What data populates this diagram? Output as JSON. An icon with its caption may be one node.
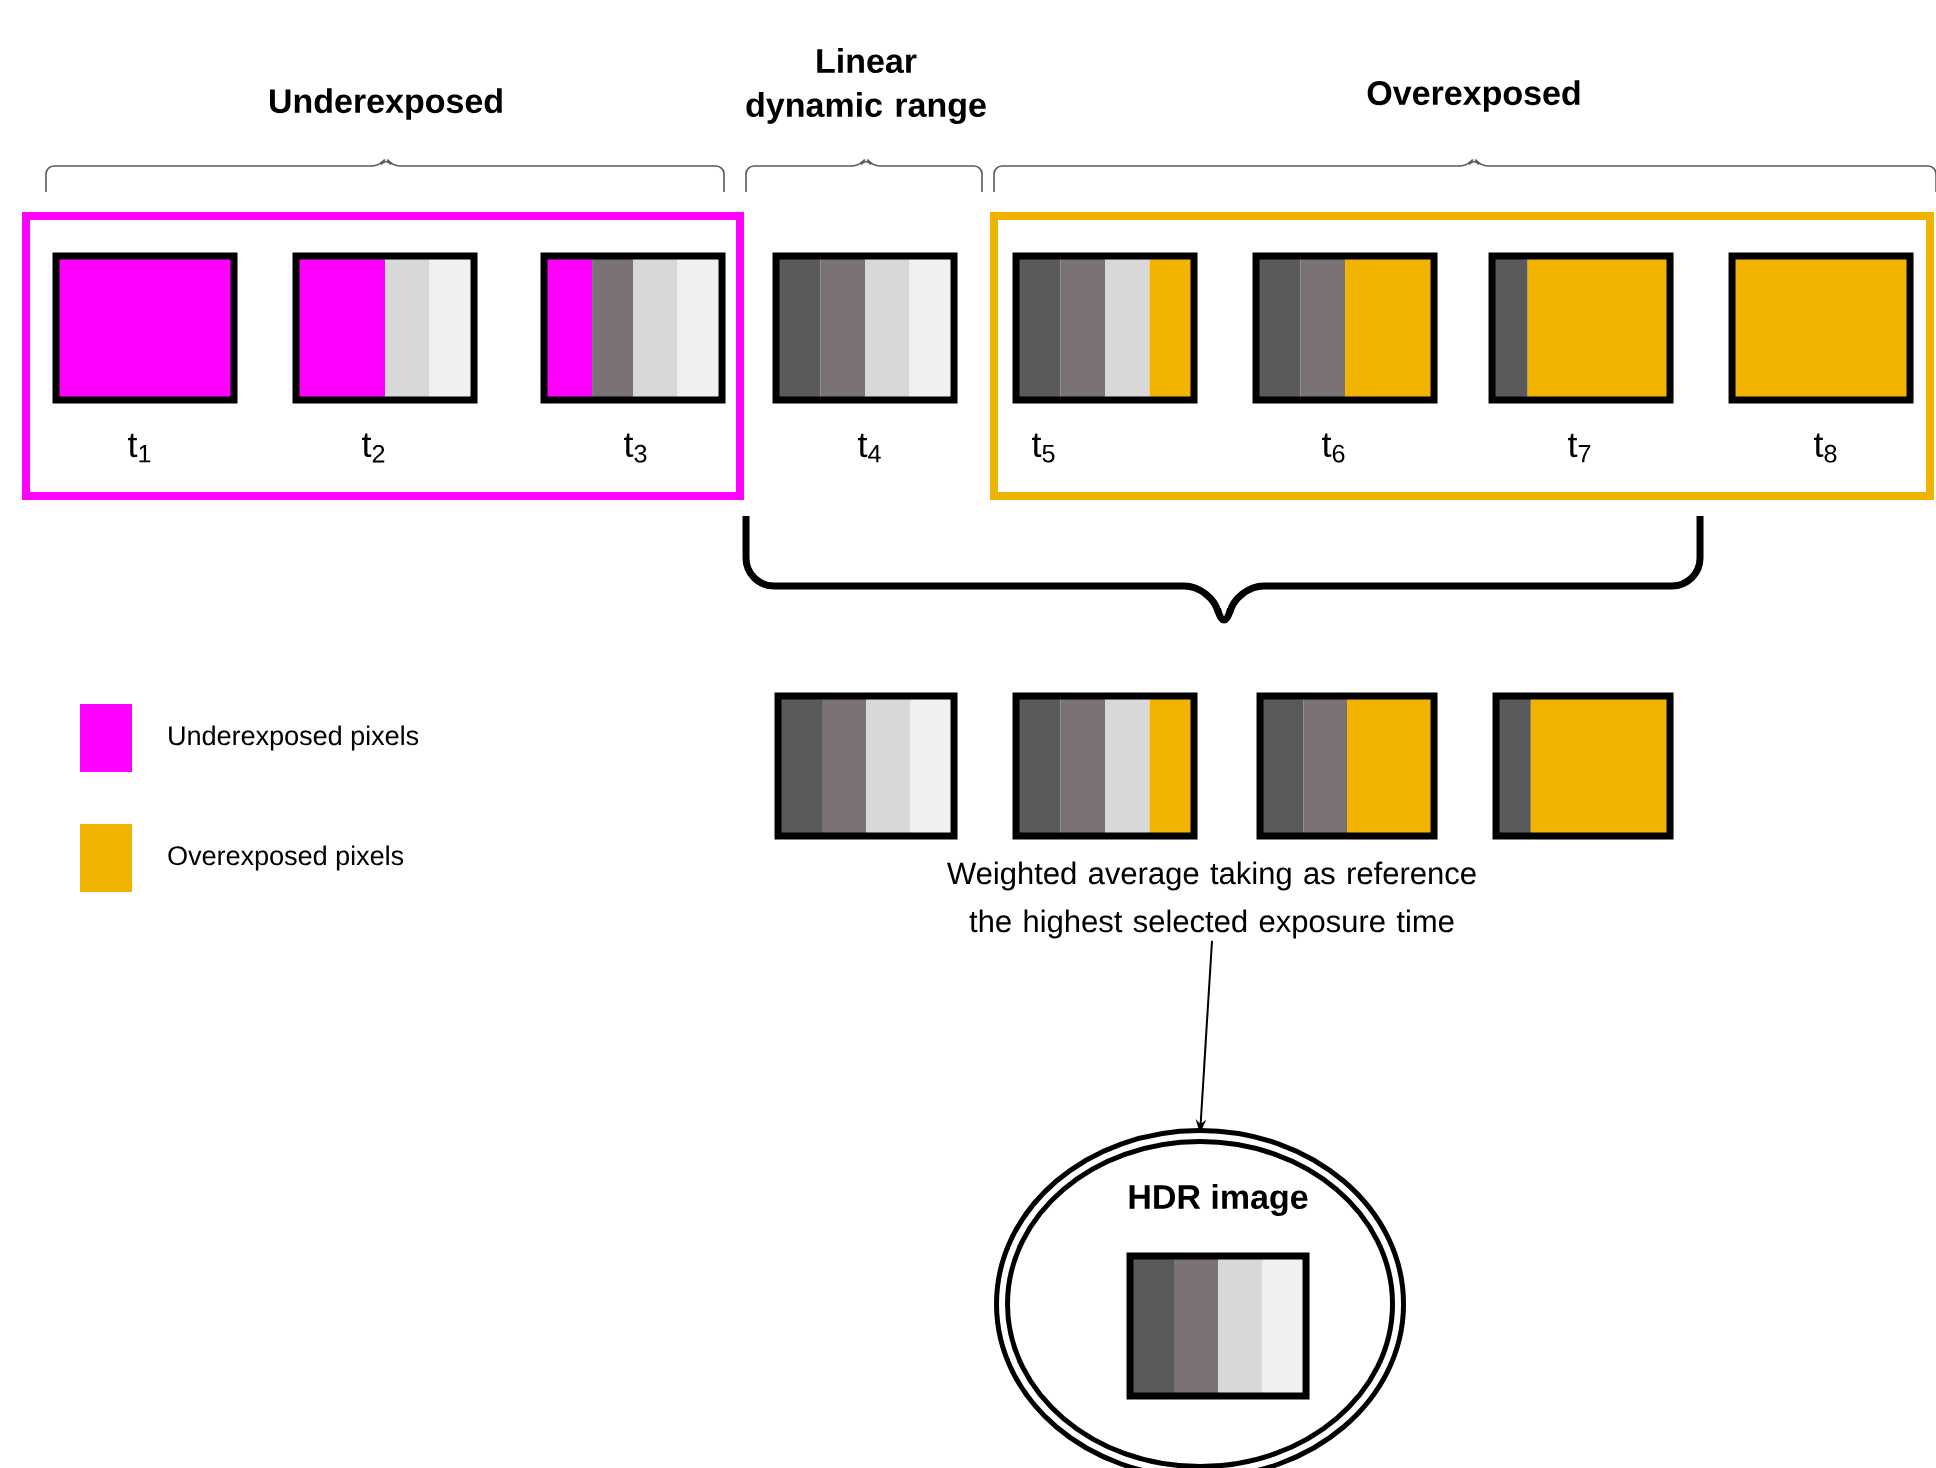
{
  "diagram": {
    "nodes": [
      {
        "text": [
          "Underexposed"
        ]
      },
      {
        "text": [],
        "shape": "box",
        "in": 0,
        "beside": [
          "t$_{1}$"
        ]
      },
      {
        "text": [],
        "shape": "box",
        "in": 0,
        "beside": [
          "t$_{2}$"
        ]
      },
      {
        "text": [],
        "shape": "box",
        "in": 0,
        "beside": [
          "t$_{3}$"
        ]
      },
      {
        "text": [],
        "shape": "box",
        "beside": [
          "t$_{4}$"
        ]
      },
      {
        "text": [
          "Overexposed"
        ]
      },
      {
        "text": [],
        "shape": "box",
        "in": 5,
        "beside": [
          "t$_{5}$"
        ]
      },
      {
        "text": [],
        "shape": "box",
        "in": 5,
        "beside": [
          "t$_{6}$"
        ]
      },
      {
        "text": [],
        "shape": "box",
        "in": 5,
        "beside": [
          "t$_{7}$"
        ]
      },
      {
        "text": [],
        "shape": "box",
        "in": 5,
        "beside": [
          "t$_{8}$"
        ]
      },
      {
        "text": [],
        "shape": "box"
      },
      {
        "text": [],
        "shape": "box"
      },
      {
        "text": [],
        "shape": "box"
      },
      {
        "text": [],
        "shape": "box"
      },
      {
        "text": [
          "Weighted average taking as reference the highest selected exposure time"
        ]
      },
      {
        "text": [
          "HDR image"
        ]
      },
      {
        "text": [],
        "shape": "box",
        "in": 15
      }
    ],
    "edges": [
      {
        "from": 14,
        "to": 15,
        "arrow": "to"
      }
    ],
    "labels": [
      "Linear dynamic range"
    ],
    "legend": [
      {
        "text": "Underexposed pixels",
        "color": "#ff00ff"
      },
      {
        "text": "Overexposed pixels",
        "color": "#f0b400"
      }
    ]
  }
}
